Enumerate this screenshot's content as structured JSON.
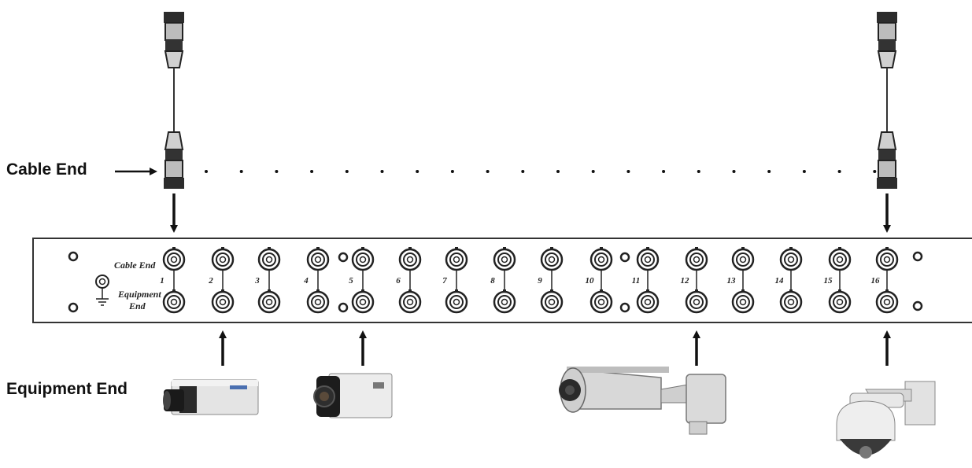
{
  "labels": {
    "cable_end": "Cable End",
    "equipment_end": "Equipment End"
  },
  "panel": {
    "cable_end_text": "Cable End",
    "equipment_text_1": "Equipment",
    "equipment_text_2": "End",
    "ports": [
      "1",
      "2",
      "3",
      "4",
      "5",
      "6",
      "7",
      "8",
      "9",
      "10",
      "11",
      "12",
      "13",
      "14",
      "15",
      "16"
    ]
  },
  "devices": [
    {
      "name": "box-camera-1",
      "port": "2"
    },
    {
      "name": "box-camera-2",
      "port": "5"
    },
    {
      "name": "bullet-camera",
      "port": "12"
    },
    {
      "name": "ptz-dome-camera",
      "port": "16"
    }
  ],
  "colors": {
    "line": "#111111",
    "panel_border": "#333333"
  }
}
